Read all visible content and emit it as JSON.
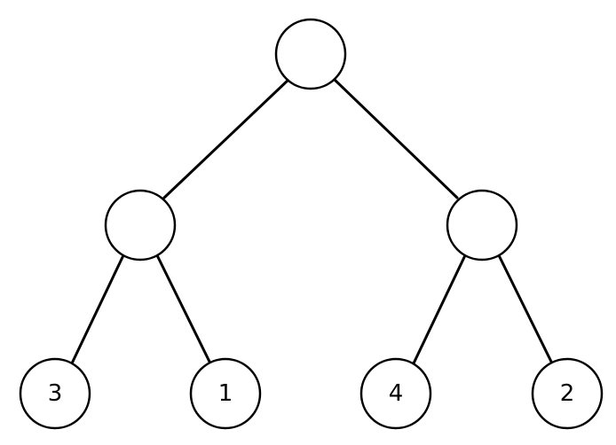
{
  "tree": {
    "root": {
      "label": ""
    },
    "internal": [
      {
        "label": ""
      },
      {
        "label": ""
      }
    ],
    "leaves": [
      {
        "label": "3"
      },
      {
        "label": "1"
      },
      {
        "label": "4"
      },
      {
        "label": "2"
      }
    ]
  },
  "colors": {
    "stroke": "#000000",
    "fill": "#ffffff",
    "background": "#ffffff"
  }
}
